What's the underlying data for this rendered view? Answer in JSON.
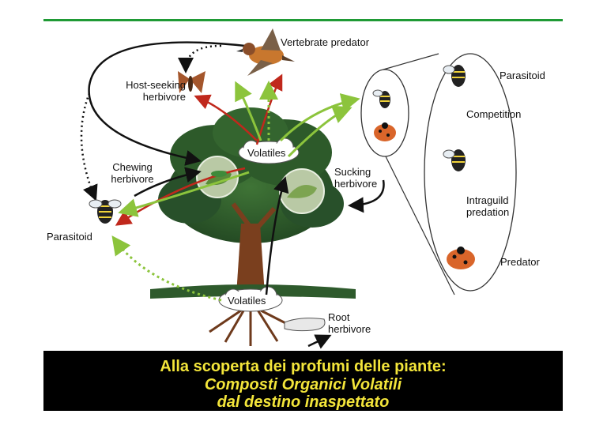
{
  "diagram": {
    "labels": {
      "vertebrate_predator": "Vertebrate predator",
      "host_seeking_herbivore": "Host-seeking herbivore",
      "chewing_herbivore": "Chewing herbivore",
      "parasitoid_left": "Parasitoid",
      "volatiles_top": "Volatiles",
      "volatiles_bottom": "Volatiles",
      "sucking_herbivore": "Sucking herbivore",
      "root_herbivore": "Root herbivore",
      "parasitoid_right": "Parasitoid",
      "competition": "Competition",
      "intraguild_predation": "Intraguild predation",
      "predator": "Predator"
    },
    "colors": {
      "accent_line": "#1f9a35",
      "red_arrow": "#c0281c",
      "green_arrow": "#8cc43c",
      "tree_foliage": "#2f5a2c",
      "trunk": "#7a3f1e"
    }
  },
  "caption": {
    "line1": "Alla scoperta dei profumi delle piante:",
    "line2": "Composti Organici Volatili",
    "line3": "dal destino inaspettato"
  }
}
